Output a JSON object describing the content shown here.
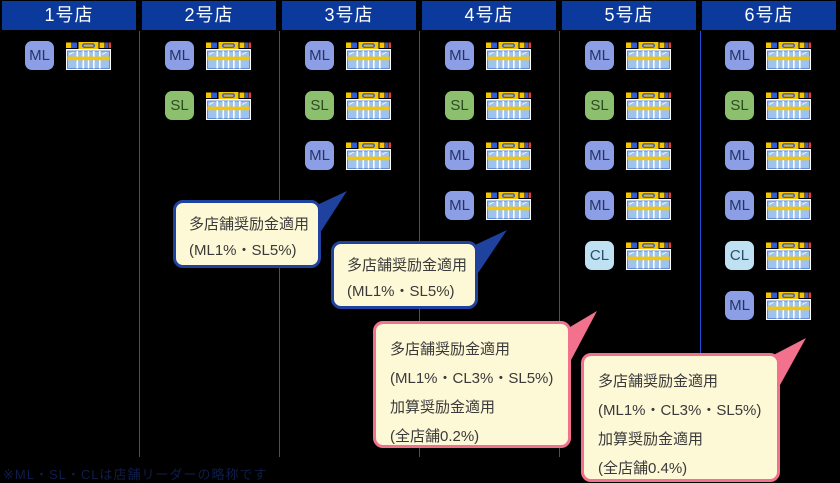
{
  "columns": [
    {
      "label": "1号店",
      "badges": [
        "ML"
      ]
    },
    {
      "label": "2号店",
      "badges": [
        "ML",
        "SL"
      ]
    },
    {
      "label": "3号店",
      "badges": [
        "ML",
        "SL",
        "ML"
      ]
    },
    {
      "label": "4号店",
      "badges": [
        "ML",
        "SL",
        "ML",
        "ML"
      ]
    },
    {
      "label": "5号店",
      "badges": [
        "ML",
        "SL",
        "ML",
        "ML",
        "CL"
      ]
    },
    {
      "label": "6号店",
      "badges": [
        "ML",
        "SL",
        "ML",
        "ML",
        "CL",
        "ML"
      ]
    }
  ],
  "callouts": [
    {
      "style": "blue",
      "target": "3号店",
      "lines": [
        "多店舗奨励金適用",
        "(ML1%・SL5%)"
      ]
    },
    {
      "style": "blue",
      "target": "4号店",
      "lines": [
        "多店舗奨励金適用",
        "(ML1%・SL5%)"
      ]
    },
    {
      "style": "pink",
      "target": "5号店",
      "lines": [
        "多店舗奨励金適用",
        "(ML1%・CL3%・SL5%)",
        "加算奨励金適用",
        "(全店舗0.2%)"
      ]
    },
    {
      "style": "pink",
      "target": "6号店",
      "lines": [
        "多店舗奨励金適用",
        "(ML1%・CL3%・SL5%)",
        "加算奨励金適用",
        "(全店舗0.4%)"
      ]
    }
  ],
  "footnote": "※ML・SL・CLは店舗リーダーの略称です",
  "colors": {
    "header_bg": "#0c3a9c",
    "header_text": "#ffffff",
    "separator": "#1e4fd6",
    "callout_fill": "#fdf8d6",
    "callout_blue_border": "#1f429f",
    "callout_pink_border": "#f2728e",
    "badge": {
      "ML": {
        "bg": "#8c9fe6",
        "fg": "#273463"
      },
      "SL": {
        "bg": "#8cc06e",
        "fg": "#2f4b22"
      },
      "CL": {
        "bg": "#bfe2f3",
        "fg": "#2c4d63"
      }
    }
  }
}
